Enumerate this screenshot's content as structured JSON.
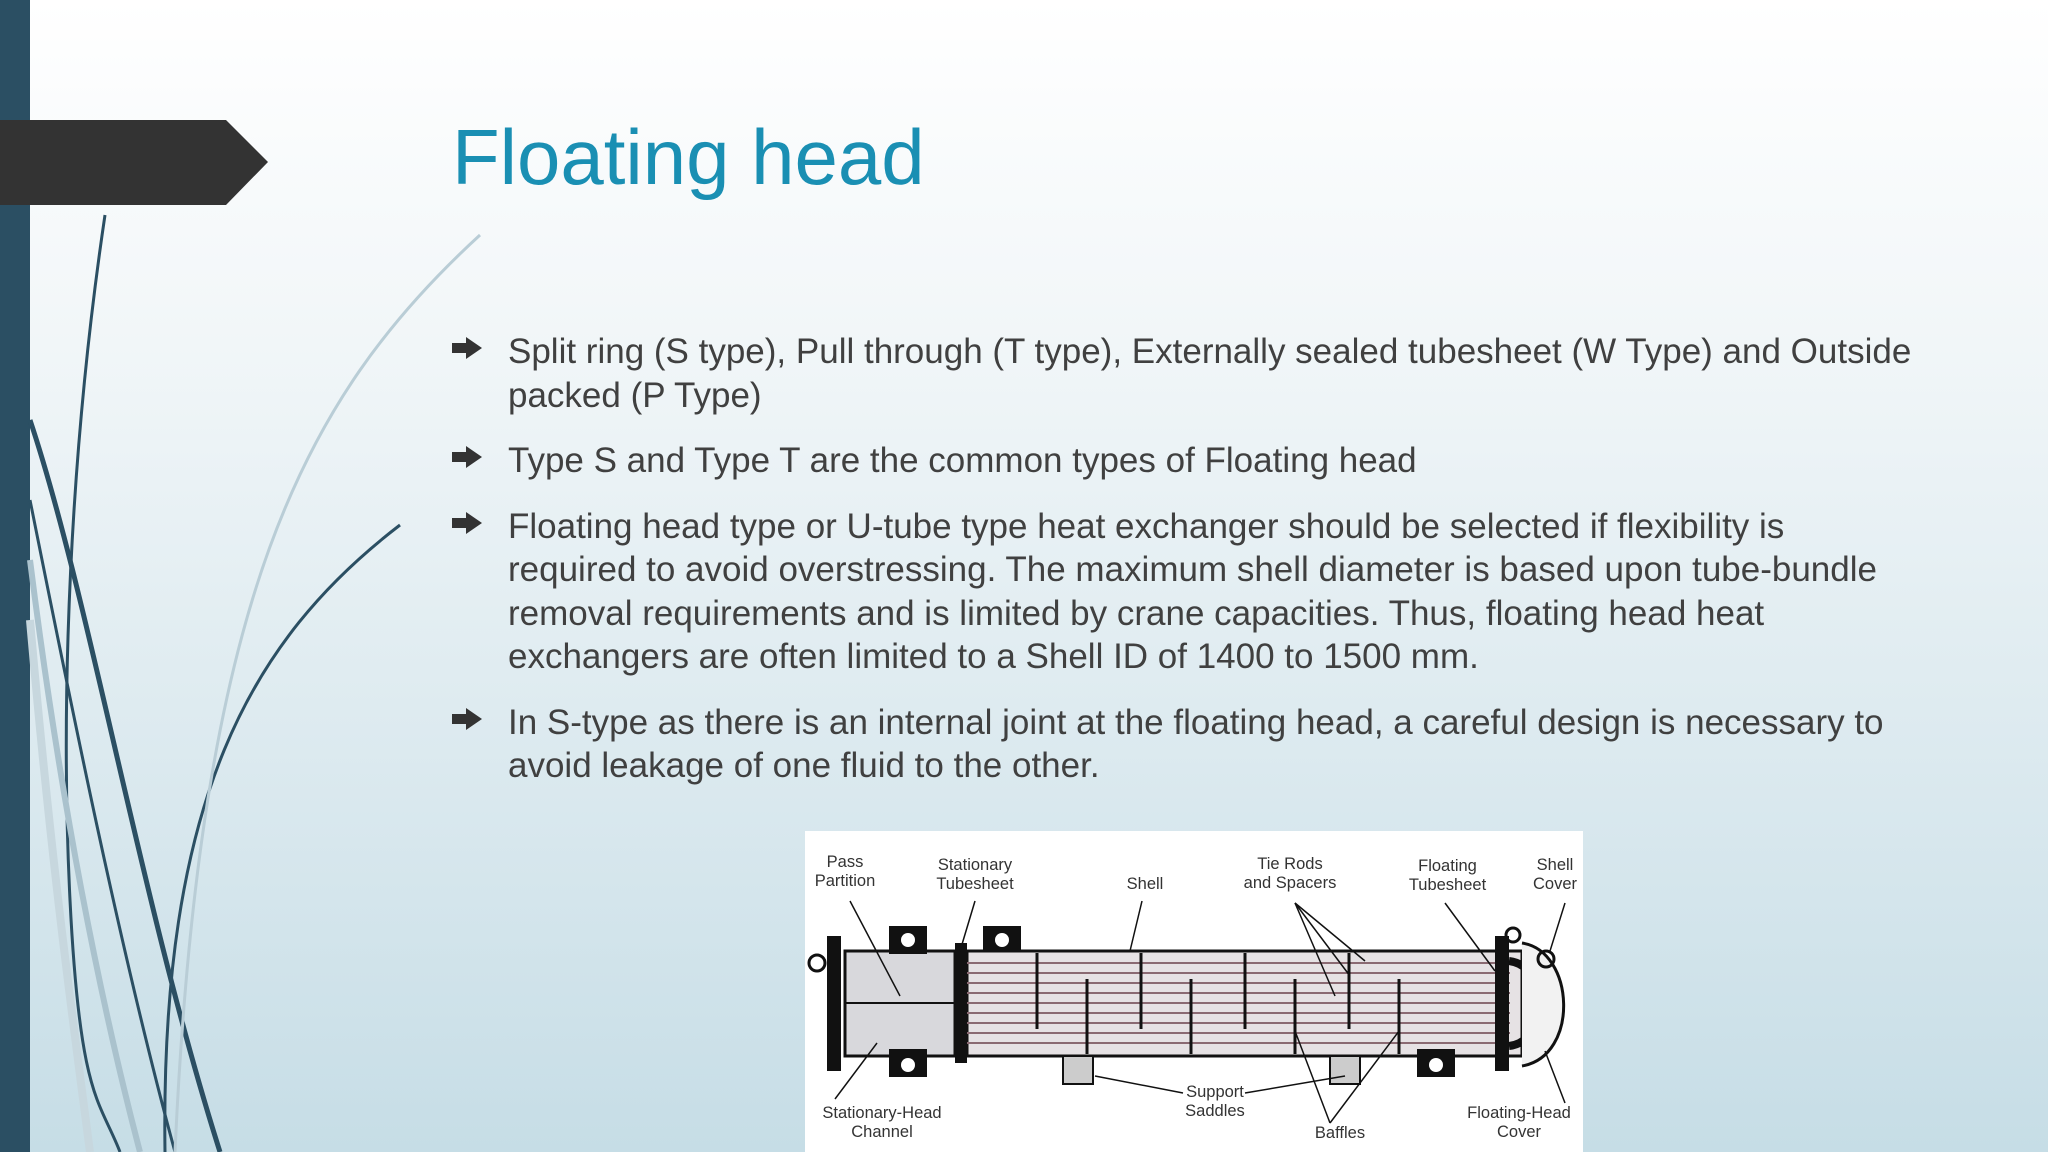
{
  "slide": {
    "title": "Floating head",
    "bullets": [
      "Split ring (S type), Pull through (T type), Externally sealed tubesheet (W Type) and Outside packed (P Type)",
      "Type S and Type T are the common types of Floating head",
      "Floating head type or U-tube type heat exchanger should be selected if flexibility is required to avoid overstressing. The maximum shell diameter is based upon tube-bundle removal requirements and is limited by crane capacities. Thus, floating head heat exchangers are often limited to a Shell ID of 1400 to 1500 mm.",
      "In S-type as there is an internal joint at the floating head, a careful design is necessary to avoid leakage of one fluid to the other."
    ]
  },
  "diagram": {
    "labels": {
      "pass_partition": "Pass\nPartition",
      "stationary_tubesheet": "Stationary\nTubesheet",
      "shell": "Shell",
      "tie_rods": "Tie Rods\nand Spacers",
      "floating_tubesheet": "Floating\nTubesheet",
      "shell_cover": "Shell\nCover",
      "stationary_head_channel": "Stationary-Head\nChannel",
      "support_saddles": "Support\nSaddles",
      "baffles": "Baffles",
      "floating_head_cover": "Floating-Head\nCover"
    }
  },
  "colors": {
    "title": "#1a8fb3",
    "body_text": "#404040",
    "side_bar": "#2b4f63",
    "tab": "#333333",
    "tubes": "#8a6a72"
  },
  "icons": {
    "bullet": "arrow-bullet-icon"
  }
}
